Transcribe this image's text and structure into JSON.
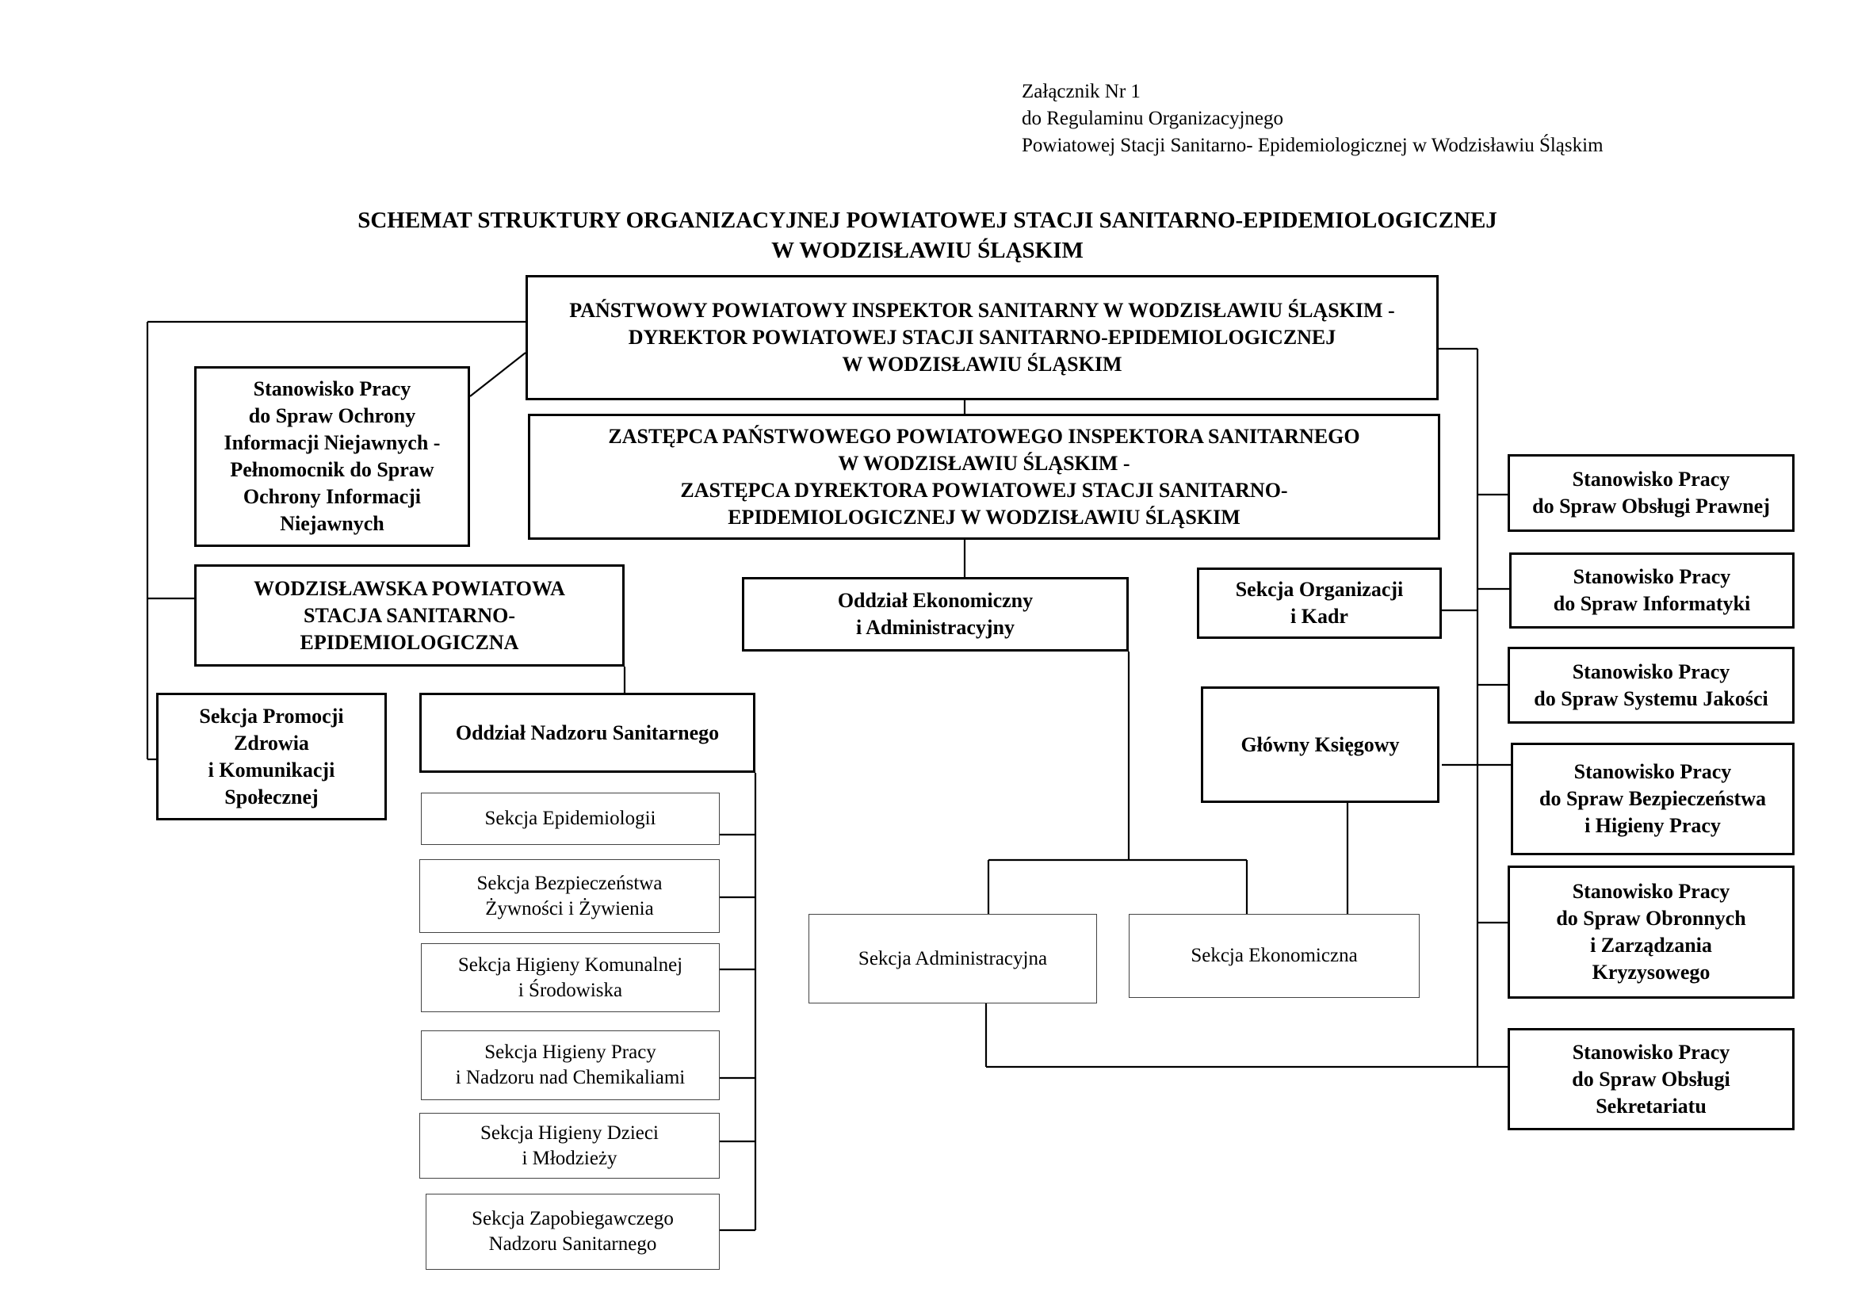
{
  "attachment": {
    "line1": "Załącznik Nr 1",
    "line2": "do Regulaminu Organizacyjnego",
    "line3": "Powiatowej Stacji Sanitarno- Epidemiologicznej w Wodzisławiu Śląskim"
  },
  "title": {
    "line1": "SCHEMAT STRUKTURY ORGANIZACYJNEJ POWIATOWEJ STACJI SANITARNO-EPIDEMIOLOGICZNEJ",
    "line2": "W WODZISŁAWIU ŚLĄSKIM"
  },
  "boxes": {
    "inspector": "PAŃSTWOWY POWIATOWY INSPEKTOR SANITARNY W WODZISŁAWIU ŚLĄSKIM -\nDYREKTOR POWIATOWEJ STACJI SANITARNO-EPIDEMIOLOGICZNEJ\nW WODZISŁAWIU ŚLĄSKIM",
    "deputy": "ZASTĘPCA PAŃSTWOWEGO POWIATOWEGO INSPEKTORA SANITARNEGO\nW WODZISŁAWIU ŚLĄSKIM -\nZASTĘPCA DYREKTORA POWIATOWEJ STACJI SANITARNO-\nEPIDEMIOLOGICZNEJ W WODZISŁAWIU ŚLĄSKIM",
    "classified_info": "Stanowisko Pracy\ndo Spraw Ochrony\nInformacji Niejawnych -\nPełnomocnik do Spraw\nOchrony Informacji\nNiejawnych",
    "wpsse": "WODZISŁAWSKA POWIATOWA\nSTACJA SANITARNO-\nEPIDEMIOLOGICZNA",
    "health_promotion": "Sekcja Promocji\nZdrowia\ni Komunikacji\nSpołecznej",
    "sanitary_supervision": "Oddział Nadzoru Sanitarnego",
    "economic_admin": "Oddział Ekonomiczny\ni Administracyjny",
    "organization_hr": "Sekcja Organizacji\ni Kadr",
    "chief_accountant": "Główny Księgowy",
    "admin_section": "Sekcja Administracyjna",
    "economic_section": "Sekcja Ekonomiczna",
    "legal": "Stanowisko Pracy\ndo Spraw Obsługi Prawnej",
    "it": "Stanowisko Pracy\ndo Spraw Informatyki",
    "quality": "Stanowisko Pracy\ndo Spraw Systemu Jakości",
    "safety": "Stanowisko Pracy\ndo Spraw Bezpieczeństwa\ni Higieny Pracy",
    "defense": "Stanowisko Pracy\ndo Spraw Obronnych\ni Zarządzania\nKryzysowego",
    "secretariat": "Stanowisko Pracy\ndo Spraw Obsługi\nSekretariatu"
  },
  "sections": [
    "Sekcja Epidemiologii",
    "Sekcja Bezpieczeństwa\nŻywności i Żywienia",
    "Sekcja Higieny Komunalnej\ni Środowiska",
    "Sekcja Higieny Pracy\ni Nadzoru nad Chemikaliami",
    "Sekcja Higieny Dzieci\ni Młodzieży",
    "Sekcja Zapobiegawczego\nNadzoru Sanitarnego"
  ]
}
